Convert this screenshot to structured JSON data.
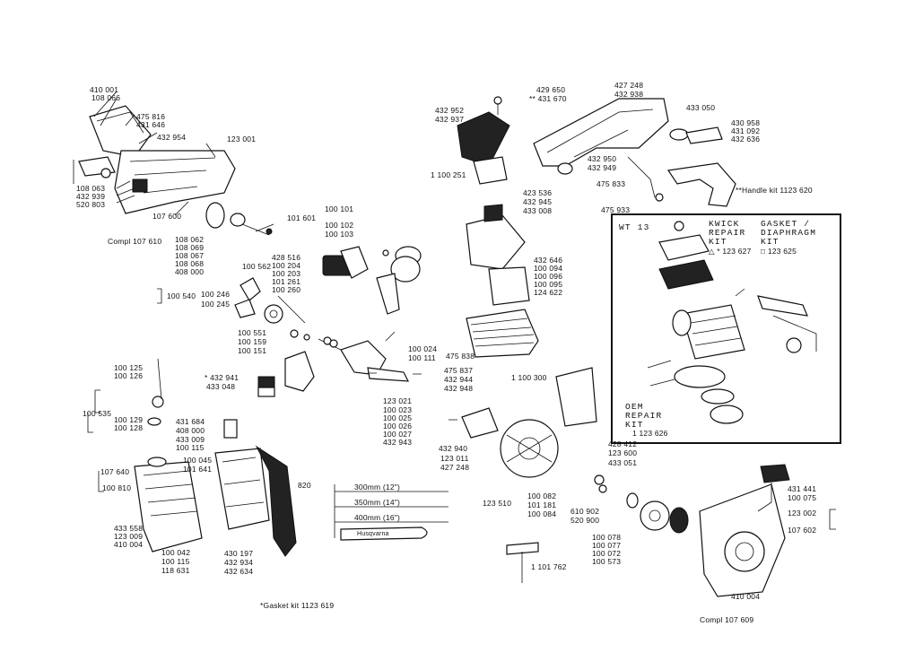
{
  "labels": {
    "l410001": "410 001",
    "l108066": "108 066",
    "l475816": "475 816",
    "l431646": "431 646",
    "l432954": "432 954",
    "l123001": "123 001",
    "l108063": "108 063",
    "l432939": "432 939",
    "l520803": "520 803",
    "l107600": "107 600",
    "compl107610": "Compl 107 610",
    "l108062": "108 062",
    "l108069": "108 069",
    "l108067": "108 067",
    "l108068": "108 068",
    "l408000a": "408 000",
    "l101601": "101 601",
    "l100101": "100 101",
    "l100102": "100 102",
    "l100103": "100 103",
    "l428516": "428 516",
    "l100204": "100 204",
    "l100203": "100 203",
    "l101261": "101 261",
    "l100260": "100 260",
    "l100562": "100 562",
    "l100540": "100 540",
    "l100246": "100 246",
    "l100245": "100 245",
    "l100551": "100 551",
    "l100159": "100 159",
    "l100151": "100 151",
    "l100024": "100 024",
    "l100111": "100 111",
    "l432952": "432 952",
    "l432937": "432 937",
    "l100251": "1 100 251",
    "l429650": "429 650",
    "l427248a": "427 248",
    "l431670": "** 431 670",
    "l432938": "432 938",
    "l433050": "433 050",
    "l430958": "430 958",
    "l431092": "431 092",
    "l432636": "432 636",
    "l432950": "432 950",
    "l432949": "432 949",
    "l475833a": "475 833",
    "handlekit": "**Handle kit 1123 620",
    "l423536": "423 536",
    "l432945a": "432 945",
    "l433008": "433 008",
    "l475933": "475 933",
    "l432646": "432 646",
    "l100094": "100 094",
    "l100096": "100 096",
    "l100095": "100 095",
    "l124622": "124 622",
    "wt13": "WT 13",
    "kwick": "KWICK",
    "repair1": "REPAIR",
    "kit1": "KIT",
    "kitnum1": "△ * 123 627",
    "gasket": "GASKET /",
    "diaphragm": "DIAPHRAGM",
    "kit2": "KIT",
    "kitnum2": "□ 123 625",
    "oem": "OEM",
    "repair2": "REPAIR",
    "kit3": "KIT",
    "kitnum3": "1 123 626",
    "l100125": "100 125",
    "l100126": "100 126",
    "l432941": "* 432 941",
    "l433048": "433 048",
    "l100535": "100 535",
    "l100129": "100 129",
    "l100128": "100 128",
    "l431684": "431 684",
    "l408000b": "408 000",
    "l433009": "433 009",
    "l100115a": "100 115",
    "l100045": "100 045",
    "l101641": "101 641",
    "l107640": "107 640",
    "l100810": "100 810",
    "l433558": "433 558",
    "l123009": "123 009",
    "l410004a": "410 004",
    "l100042": "100 042",
    "l100115b": "100 115",
    "l118631": "118 631",
    "l475838": "475 838",
    "l475837": "475 837",
    "l432944": "432 944",
    "l432948": "432 948",
    "l123021": "123 021",
    "l100023": "100 023",
    "l100025": "100 025",
    "l100026": "100 026",
    "l100027": "100 027",
    "l432943": "432 943",
    "l432940": "432 940",
    "l123011": "123 011",
    "l427248b": "427 248",
    "l100300": "1 100 300",
    "l428412": "428 412",
    "l123600": "123 600",
    "l433051": "433 051",
    "l820": "820",
    "bar300": "300mm (12\")",
    "bar350": "350mm (14\")",
    "bar400": "400mm (16\")",
    "husqvarna": "Husqvarna",
    "l430197": "430 197",
    "l432934": "432 934",
    "l432634": "432 634",
    "l123510": "123 510",
    "l100082": "100 082",
    "l101181": "101 181",
    "l100084": "100 084",
    "l610902": "610 902",
    "l520900": "520 900",
    "l100078": "100 078",
    "l100077": "100 077",
    "l100072": "100 072",
    "l100573": "100 573",
    "l101762": "1 101 762",
    "l431441": "431 441",
    "l100075": "100 075",
    "l123002": "123 002",
    "l107602": "107 602",
    "l410004b": "410 004",
    "gasketkit": "*Gasket kit 1123 619",
    "compl107609": "Compl 107 609"
  }
}
